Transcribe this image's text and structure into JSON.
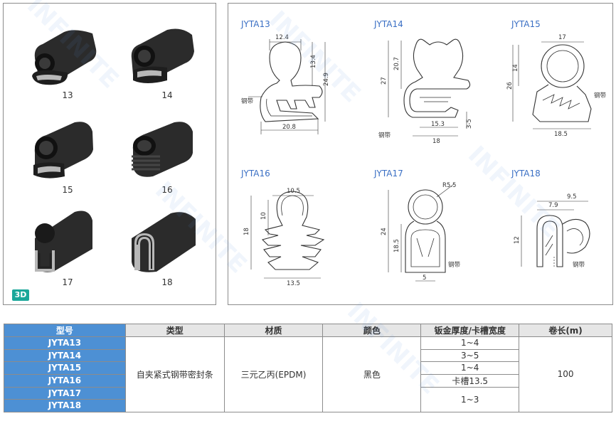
{
  "products_3d": [
    {
      "label": "13"
    },
    {
      "label": "14"
    },
    {
      "label": "15"
    },
    {
      "label": "16"
    },
    {
      "label": "17"
    },
    {
      "label": "18"
    }
  ],
  "badge_3d": "3D",
  "drawings": [
    {
      "title": "JYTA13",
      "dims": [
        "12.4",
        "13.4",
        "24.9",
        "20.8"
      ],
      "note": "钢带"
    },
    {
      "title": "JYTA14",
      "dims": [
        "27",
        "20.7",
        "15.3",
        "18",
        "3-5"
      ],
      "note": "钢带"
    },
    {
      "title": "JYTA15",
      "dims": [
        "17",
        "14",
        "26",
        "18.5"
      ],
      "note": "钢带"
    },
    {
      "title": "JYTA16",
      "dims": [
        "10.5",
        "10",
        "18",
        "13.5"
      ],
      "note": ""
    },
    {
      "title": "JYTA17",
      "dims": [
        "R5.5",
        "24",
        "18.5",
        "5"
      ],
      "note": "钢带"
    },
    {
      "title": "JYTA18",
      "dims": [
        "9.5",
        "7.9",
        "12"
      ],
      "note": "钢带"
    }
  ],
  "table": {
    "headers": [
      "型号",
      "类型",
      "材质",
      "颜色",
      "钣金厚度/卡槽宽度",
      "卷长(m)"
    ],
    "models": [
      "JYTA13",
      "JYTA14",
      "JYTA15",
      "JYTA16",
      "JYTA17",
      "JYTA18"
    ],
    "type": "自夹紧式钢带密封条",
    "material": "三元乙丙(EPDM)",
    "color": "黑色",
    "thickness": [
      "1~4",
      "3~5",
      "1~4",
      "卡槽13.5",
      "1~3"
    ],
    "length": "100"
  },
  "watermark": "INFINITE"
}
